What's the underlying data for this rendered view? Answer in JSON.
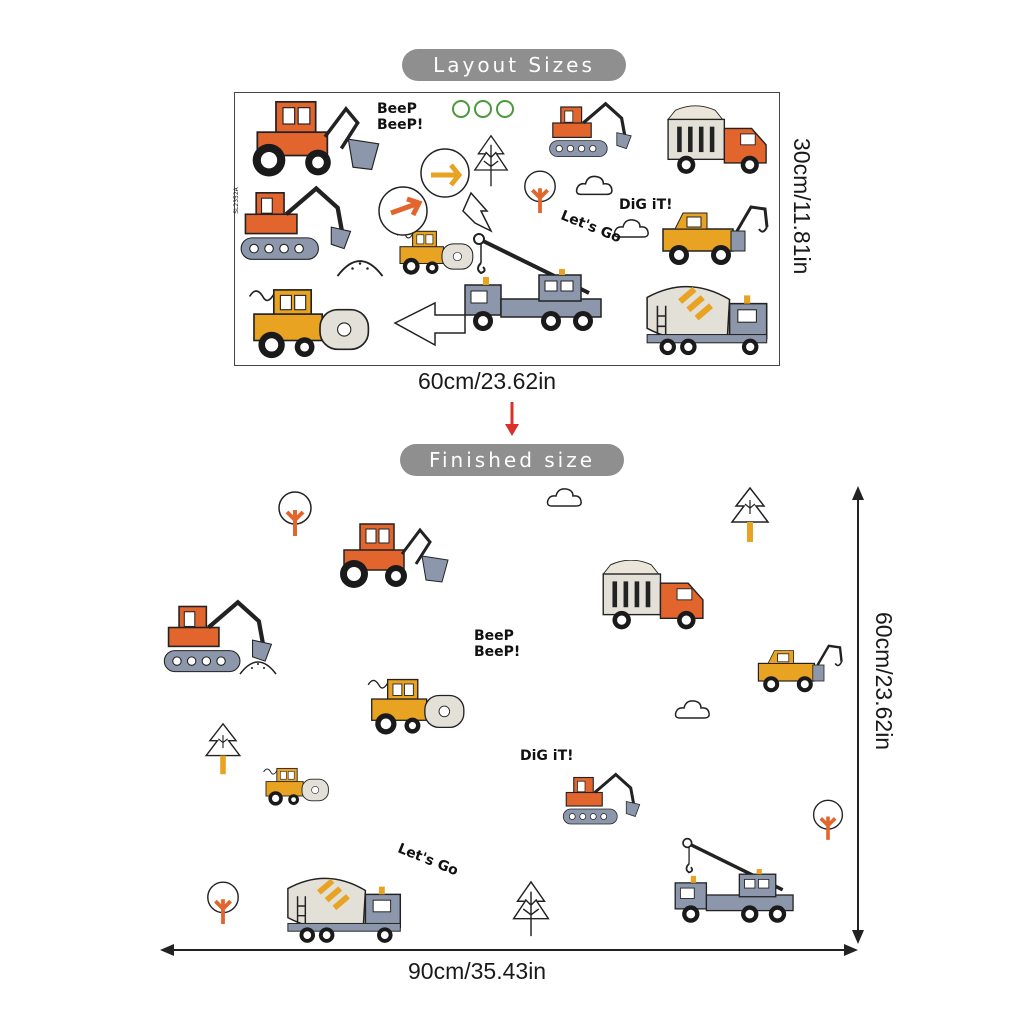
{
  "top_section": {
    "title": "Layout Sizes",
    "width_label": "60cm/23.62in",
    "height_label": "30cm/11.81in",
    "sheet_texts": {
      "beep": "BeeP BeeP!",
      "dig": "DiG iT!",
      "lets_go": "Let's Go",
      "code": "SL2352A"
    }
  },
  "bottom_section": {
    "title": "Finished size",
    "width_label": "90cm/35.43in",
    "height_label": "60cm/23.62in",
    "wall_texts": {
      "beep": "BeeP BeeP!",
      "dig": "DiG iT!",
      "lets_go": "Let's Go"
    }
  },
  "colors": {
    "orange": "#e3652e",
    "yellow": "#e8a323",
    "gray_blue": "#8d97ab",
    "light_gray": "#e3e0d8",
    "pill": "#8f8f8f",
    "arrow": "#d9302a"
  },
  "icons": [
    "tractor-icon",
    "excavator-icon",
    "dump-truck-icon",
    "tow-truck-icon",
    "road-roller-icon",
    "crane-truck-icon",
    "cement-mixer-icon",
    "tree-icon",
    "cloud-icon",
    "down-arrow-icon",
    "eco-badge-icon"
  ]
}
